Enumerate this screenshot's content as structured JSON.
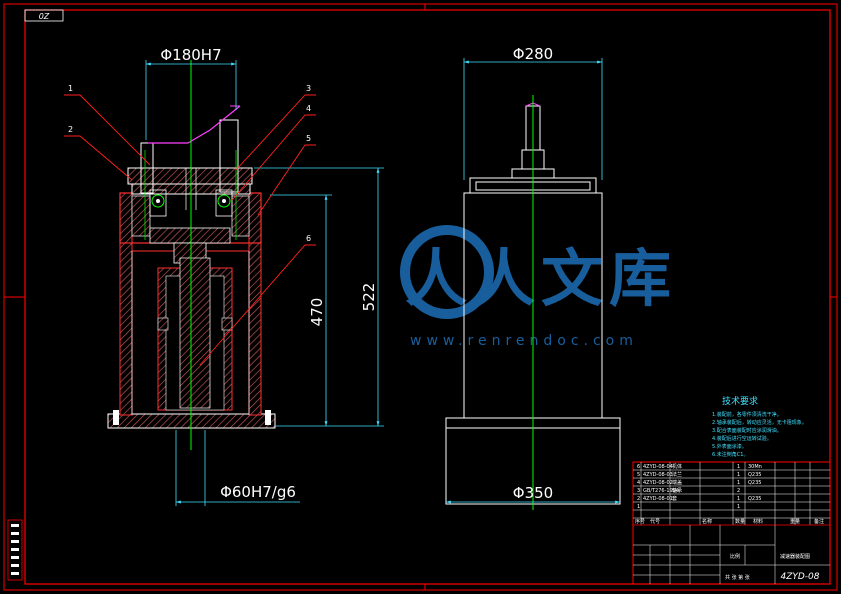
{
  "sheet": {
    "corner_label": "0Z",
    "watermark_cn": "人人文库",
    "watermark_url": "www.renrendoc.com"
  },
  "front_view": {
    "dim_top": "Φ180H7",
    "dim_bottom": "Φ60H7/g6",
    "dim_inner_height": "470",
    "dim_total_height": "522",
    "leaders": [
      "1",
      "2",
      "3",
      "4",
      "5",
      "6"
    ]
  },
  "side_view": {
    "dim_top": "Φ280",
    "dim_bottom": "Φ350"
  },
  "tech_req": {
    "title": "技术要求",
    "lines": [
      "1.装配前，各零件须清洗干净。",
      "2.轴承装配后，转动应灵活，无卡阻现象。",
      "3.配合表面装配时应涂润滑油。",
      "4.装配后进行空运转试验。",
      "5.外表面涂漆。",
      "6.未注倒角C1。"
    ]
  },
  "parts_list": {
    "rows": [
      {
        "no": "6",
        "code": "4ZYD-08-04",
        "name": "机体",
        "qty": "1",
        "material": "30Mn"
      },
      {
        "no": "5",
        "code": "4ZYD-08-03",
        "name": "法兰",
        "qty": "1",
        "material": "Q235"
      },
      {
        "no": "4",
        "code": "4ZYD-08-02",
        "name": "端盖",
        "qty": "1",
        "material": "Q235"
      },
      {
        "no": "3",
        "code": "GB/T276-1994",
        "name": "轴承",
        "qty": "2",
        "material": ""
      },
      {
        "no": "2",
        "code": "4ZYD-08-01",
        "name": "套",
        "qty": "1",
        "material": "Q235"
      },
      {
        "no": "1",
        "code": "",
        "name": "",
        "qty": "1",
        "material": ""
      }
    ],
    "header": {
      "no": "序号",
      "code": "代号",
      "name": "名称",
      "qty": "数量",
      "material": "材料",
      "weight": "重量",
      "note": "备注"
    }
  },
  "title_block": {
    "drawing_no": "4ZYD-08",
    "drawing_name": "减速器装配图",
    "scale_label": "比例",
    "sheet_label": "共 张 第 张"
  },
  "colors": {
    "frame": "#ff0000",
    "outline": "#ffffff",
    "section": "#ff3030",
    "hatch": "#d86060",
    "centerline": "#00ff00",
    "dimension": "#3fe0ff",
    "sketch": "#ff40ff",
    "leader": "#ff2020"
  }
}
